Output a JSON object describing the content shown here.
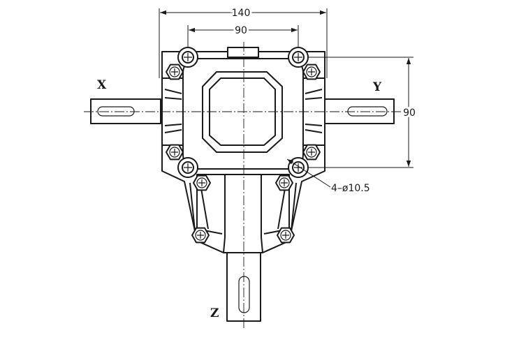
{
  "drawing": {
    "dimensions": {
      "overall_width": "140",
      "bolt_spacing_horizontal": "90",
      "bolt_spacing_vertical": "90",
      "hole_callout": "4–ø10.5"
    },
    "axes": {
      "left": "X",
      "right": "Y",
      "bottom": "Z"
    },
    "colors": {
      "line": "#1a1a1a",
      "background": "#ffffff"
    }
  }
}
